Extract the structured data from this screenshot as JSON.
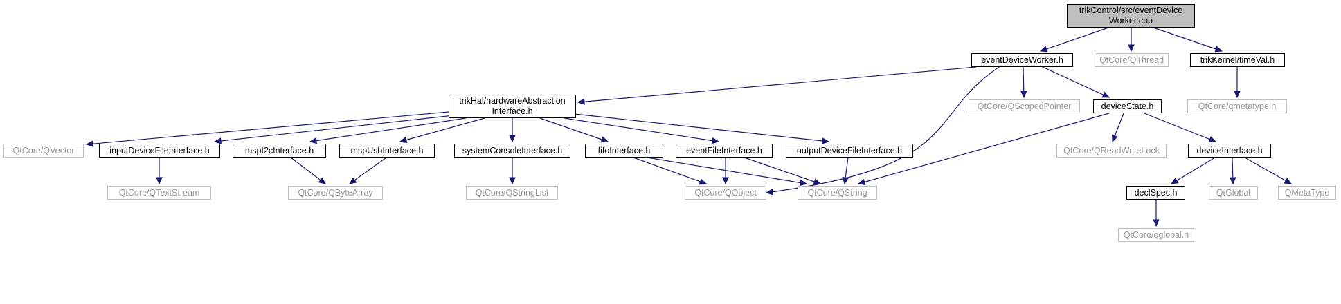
{
  "colors": {
    "edge": "#191970",
    "root_fill": "#bfbfbf",
    "ext_border": "#bfbfbf",
    "ext_text": "#999999"
  },
  "nodes": {
    "root": "trikControl/src/eventDevice\nWorker.cpp",
    "edw": "eventDeviceWorker.h",
    "qthread": "QtCore/QThread",
    "timeval": "trikKernel/timeVal.h",
    "hal": "trikHal/hardwareAbstraction\nInterface.h",
    "scoped": "QtCore/QScopedPointer",
    "devstate": "deviceState.h",
    "metatype": "QtCore/qmetatype.h",
    "qvector": "QtCore/QVector",
    "inputdev": "inputDeviceFileInterface.h",
    "mspi2c": "mspI2cInterface.h",
    "mspusb": "mspUsbInterface.h",
    "syscon": "systemConsoleInterface.h",
    "fifo": "fifoInterface.h",
    "eventfile": "eventFileInterface.h",
    "outputdev": "outputDeviceFileInterface.h",
    "rwlock": "QtCore/QReadWriteLock",
    "devint": "deviceInterface.h",
    "textstream": "QtCore/QTextStream",
    "bytearray": "QtCore/QByteArray",
    "stringlist": "QtCore/QStringList",
    "qobject": "QtCore/QObject",
    "qstring": "QtCore/QString",
    "declspec": "declSpec.h",
    "qtglobal": "QtGlobal",
    "qmetatype2": "QMetaType",
    "qglobal": "QtCore/qglobal.h"
  }
}
